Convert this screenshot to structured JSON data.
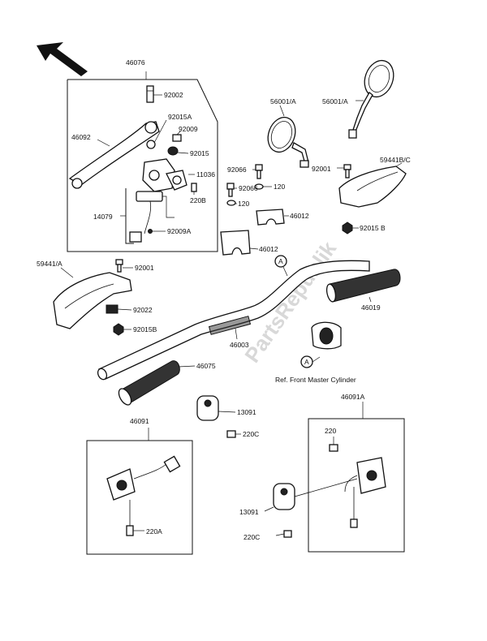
{
  "direction_arrow": {
    "icon": "front-direction-arrow-icon"
  },
  "watermark": {
    "text": "PartsRepublik"
  },
  "labels": {
    "p46076": "46076",
    "p92002": "92002",
    "p92015A": "92015A",
    "p92009": "92009",
    "p92015": "92015",
    "p46092": "46092",
    "p11036": "11036",
    "p220B": "220B",
    "p14079": "14079",
    "p92009A": "92009A",
    "p56001A_left": "56001/A",
    "p56001A_right": "56001/A",
    "p92066_a": "92066",
    "p92066_b": "92066",
    "p120_a": "120",
    "p120_b": "120",
    "p46012_a": "46012",
    "p46012_b": "46012",
    "p59441C": "59441B/C",
    "p92001_right": "92001",
    "p92015B_right": "92015 B",
    "p59441A": "59441/A",
    "p92001_left": "92001",
    "p92022": "92022",
    "p92015B_left": "92015B",
    "p46019": "46019",
    "p46003": "46003",
    "p46075": "46075",
    "callout_A_top": "A",
    "callout_A_bottom": "A",
    "ref_front_master": "Ref. Front Master Cylinder",
    "p13091_top": "13091",
    "p220C_top": "220C",
    "p46091": "46091",
    "p220A": "220A",
    "p46091A": "46091A",
    "p220": "220",
    "p13091_bottom": "13091",
    "p220C_bottom": "220C"
  }
}
